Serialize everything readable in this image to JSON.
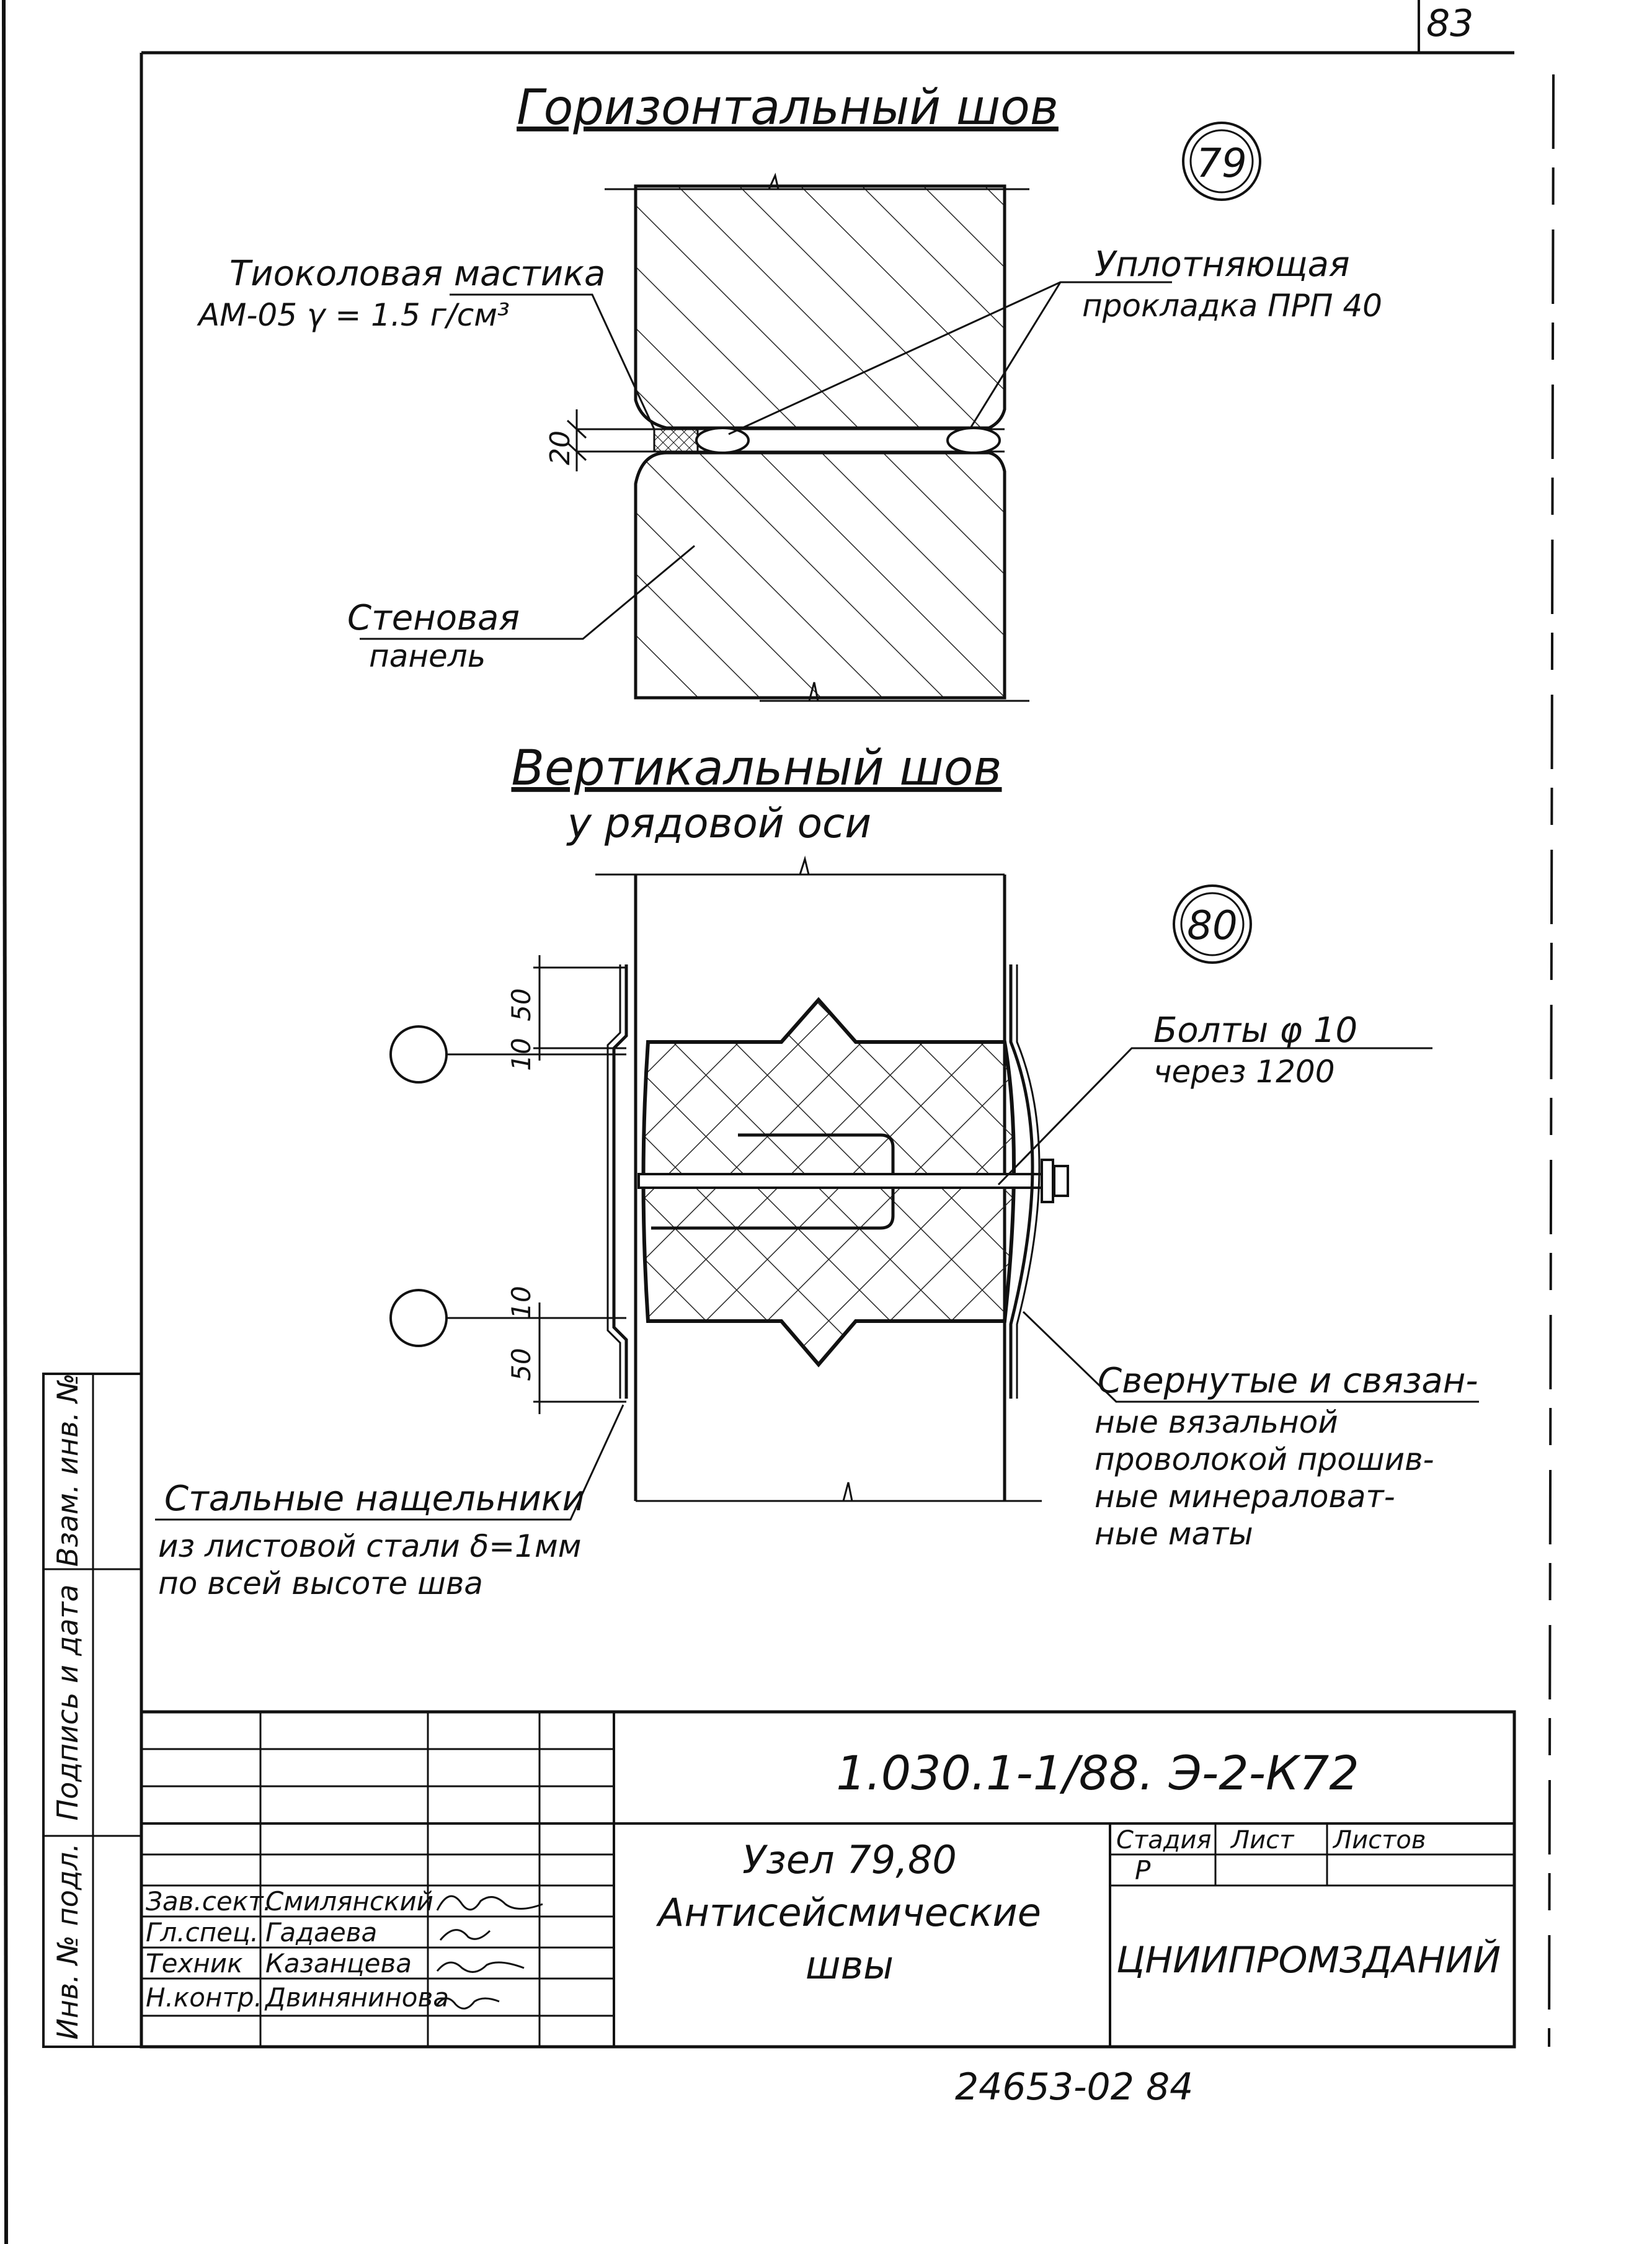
{
  "sheet_number": "83",
  "page_footer": "24653-02  84",
  "detail_79": {
    "title": "Горизонтальный шов",
    "marker": "79",
    "labels": {
      "mastic_line1": "Тиоколовая мастика",
      "mastic_line2": "АМ-05 γ = 1.5 г/см³",
      "seal_line1": "Уплотняющая",
      "seal_line2": "прокладка ПРП 40",
      "panel_line1": "Стеновая",
      "panel_line2": "панель"
    },
    "dimension": "20"
  },
  "detail_80": {
    "title_line1": "Вертикальный шов",
    "title_line2": "у рядовой оси",
    "marker": "80",
    "labels": {
      "bolts_line1": "Болты φ 10",
      "bolts_line2": "через 1200",
      "mats_line1": "Свернутые и связан-",
      "mats_line2": "ные вязальной",
      "mats_line3": "проволокой прошив-",
      "mats_line4": "ные минераловат-",
      "mats_line5": "ные маты",
      "strips_line1": "Стальные нащельники",
      "strips_line2": "из листовой стали δ=1мм",
      "strips_line3": "по всей высоте шва"
    },
    "dimensions": {
      "top_50": "50",
      "top_10": "10",
      "bottom_10": "10",
      "bottom_50": "50"
    }
  },
  "side_stamp": {
    "inv_no": "Инв. № подл.",
    "signature_date": "Подпись и дата",
    "replace_inv": "Взам. инв. №"
  },
  "title_block": {
    "document_code": "1.030.1-1/88. Э-2-К72",
    "roles": [
      "Зав.сект.",
      "Гл.спец.",
      "Техник",
      "Н.контр."
    ],
    "names": [
      "Смилянский",
      "Гадаева",
      "Казанцева",
      "Двинянинова"
    ],
    "drawing_title_line1": "Узел 79,80",
    "drawing_title_line2": "Антисейсмические",
    "drawing_title_line3": "швы",
    "stage_header": "Стадия",
    "sheet_header": "Лист",
    "sheets_header": "Листов",
    "stage_value": "Р",
    "organization": "ЦНИИПРОМЗДАНИЙ"
  }
}
